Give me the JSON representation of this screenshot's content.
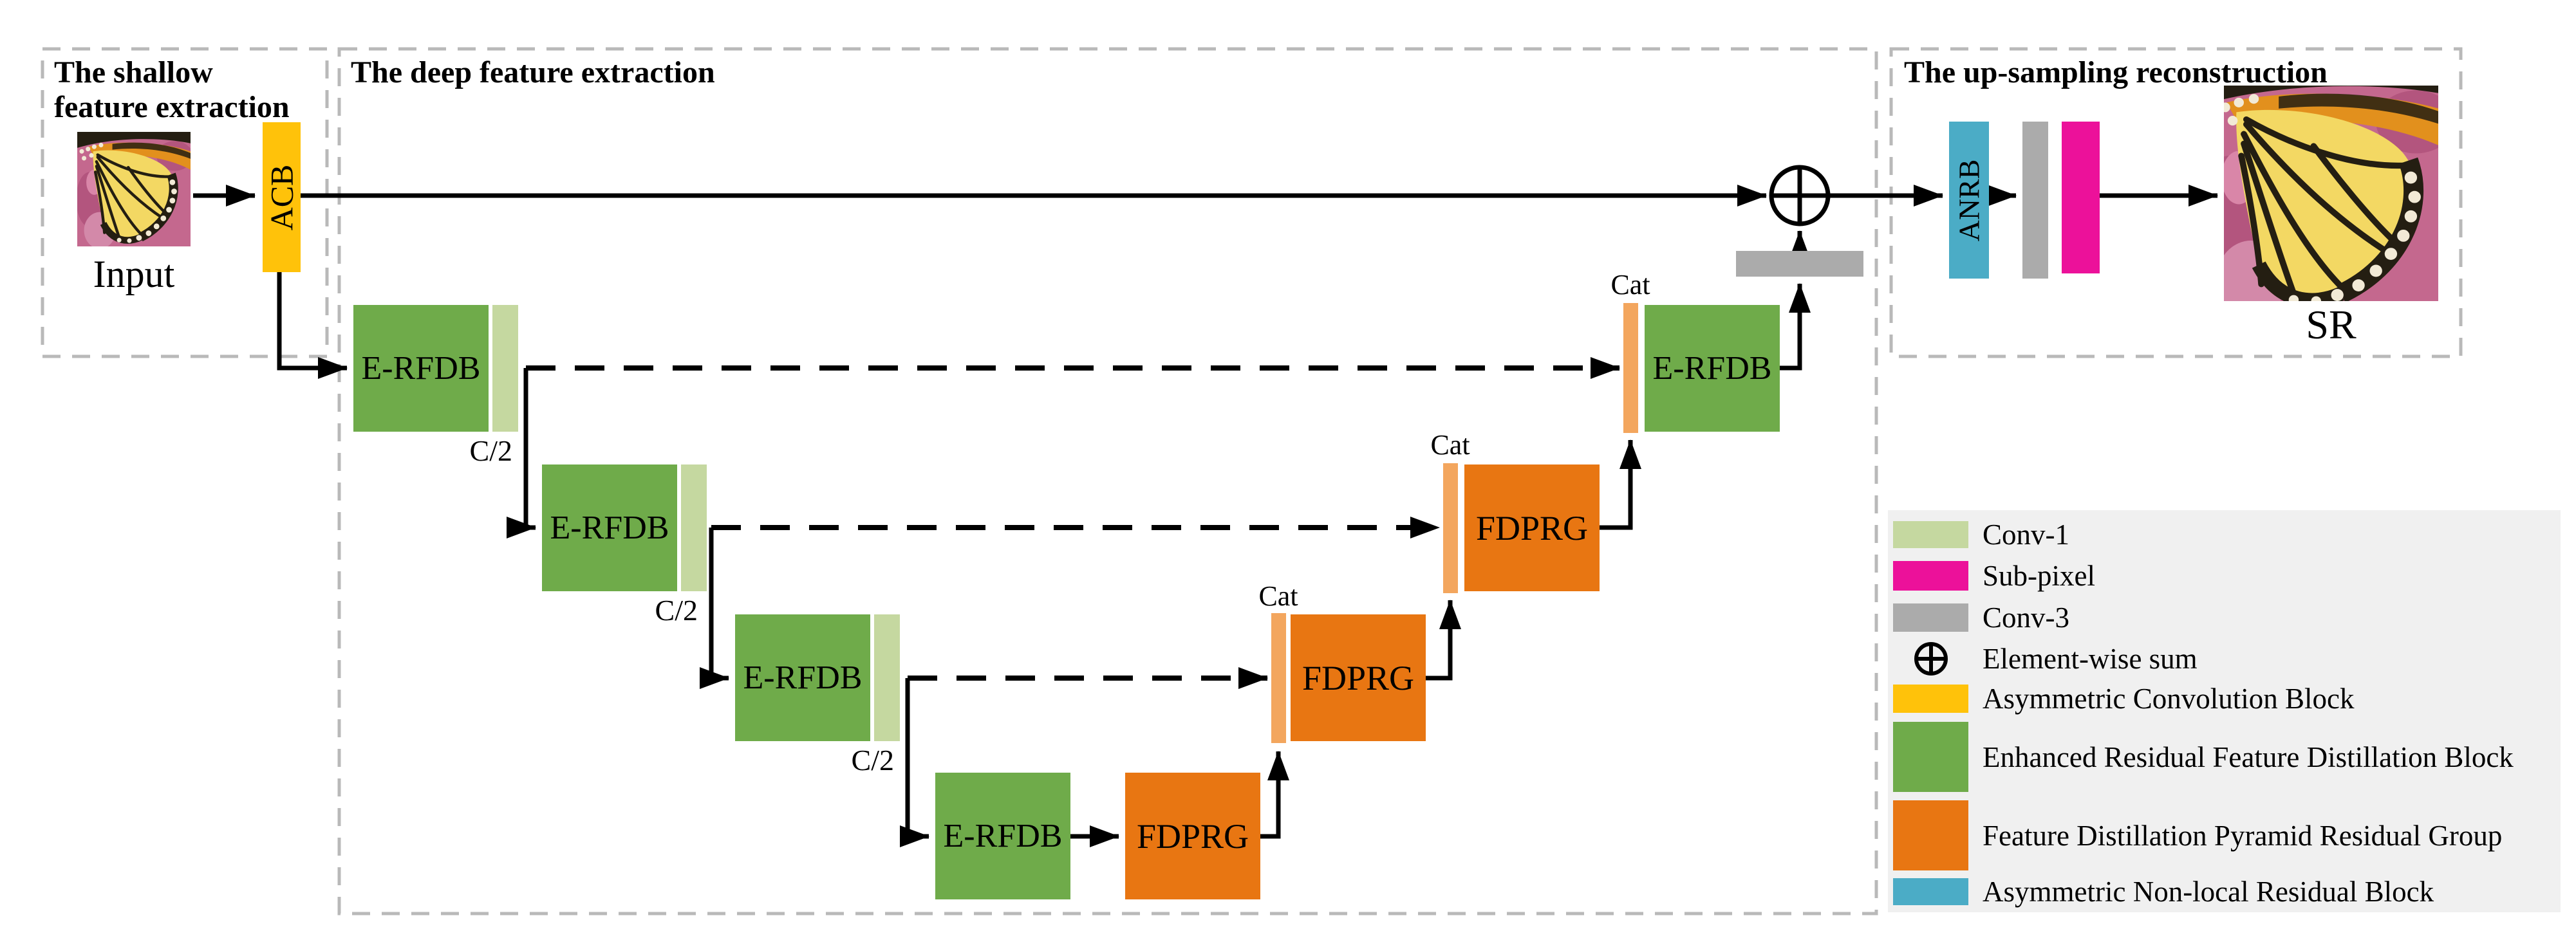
{
  "shallow": {
    "title_line1": "The shallow",
    "title_line2": "feature extraction",
    "input_caption": "Input",
    "acb_label": "ACB"
  },
  "deep": {
    "title": "The deep feature extraction",
    "erfdb_label": "E-RFDB",
    "fdprg_label": "FDPRG",
    "c2_label": "C/2",
    "cat_label": "Cat"
  },
  "upsampling": {
    "title": "The up-sampling reconstruction",
    "anrb_label": "ANRB",
    "sr_caption": "SR"
  },
  "colors": {
    "conv1": "#C5D8A0",
    "sub_pixel": "#EC119A",
    "conv3": "#ABABAB",
    "acb": "#FFC20A",
    "erfdb": "#6FAB4A",
    "fdprg": "#E87612",
    "anrb": "#4BACC6",
    "cat_strip": "#F3A65E",
    "box_border": "#B9B9B9",
    "legend_bg": "#F0F0F0"
  },
  "legend": {
    "items": [
      {
        "id": "conv1",
        "label": "Conv-1",
        "color": "#C5D8A0"
      },
      {
        "id": "sub-pixel",
        "label": "Sub-pixel",
        "color": "#EC119A"
      },
      {
        "id": "conv3",
        "label": "Conv-3",
        "color": "#ABABAB"
      },
      {
        "id": "element-wise-sum",
        "label": "Element-wise sum",
        "icon": "circle-plus",
        "symbol": "⊕"
      },
      {
        "id": "acb",
        "label": "Asymmetric Convolution Block",
        "color": "#FFC20A"
      },
      {
        "id": "erfdb",
        "label": "Enhanced Residual Feature Distillation Block",
        "color": "#6FAB4A"
      },
      {
        "id": "fdprg",
        "label": "Feature Distillation Pyramid Residual Group",
        "color": "#E87612"
      },
      {
        "id": "anrb",
        "label": "Asymmetric Non-local Residual Block",
        "color": "#4BACC6"
      }
    ]
  }
}
